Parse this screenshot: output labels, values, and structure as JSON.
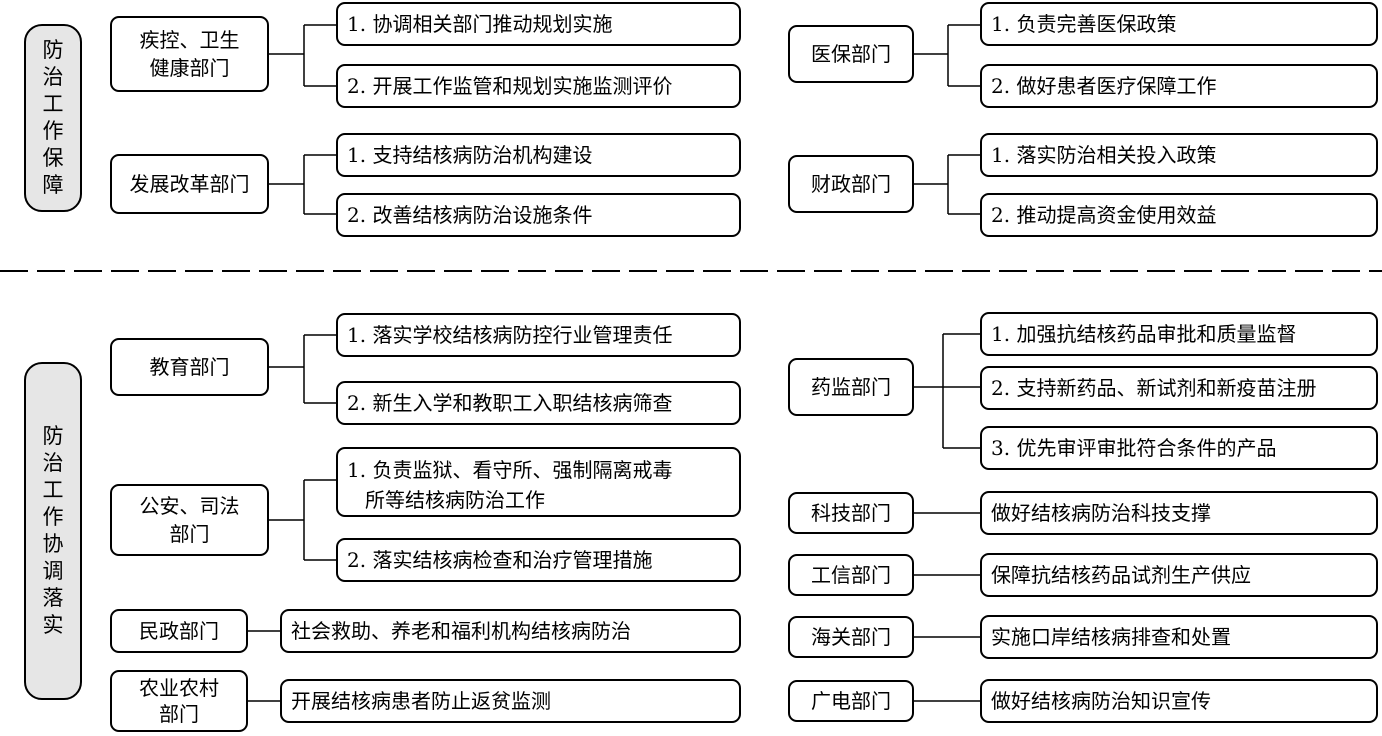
{
  "sections": {
    "guarantee": {
      "label_chars": [
        "防",
        "治",
        "工",
        "作",
        "保",
        "障"
      ],
      "departments": {
        "jikong": {
          "name_lines": [
            "疾控、卫生",
            "健康部门"
          ],
          "tasks": [
            "1. 协调相关部门推动规划实施",
            "2. 开展工作监管和规划实施监测评价"
          ]
        },
        "fagai": {
          "name": "发展改革部门",
          "tasks": [
            "1. 支持结核病防治机构建设",
            "2. 改善结核病防治设施条件"
          ]
        },
        "yibao": {
          "name": "医保部门",
          "tasks": [
            "1. 负责完善医保政策",
            "2. 做好患者医疗保障工作"
          ]
        },
        "caizheng": {
          "name": "财政部门",
          "tasks": [
            "1. 落实防治相关投入政策",
            "2. 推动提高资金使用效益"
          ]
        }
      }
    },
    "coordination": {
      "label_chars": [
        "防",
        "治",
        "工",
        "作",
        "协",
        "调",
        "落",
        "实"
      ],
      "departments": {
        "jiaoyu": {
          "name": "教育部门",
          "tasks": [
            "1. 落实学校结核病防控行业管理责任",
            "2. 新生入学和教职工入职结核病筛查"
          ]
        },
        "gongan": {
          "name_lines": [
            "公安、司法",
            "部门"
          ],
          "tasks": [
            {
              "lines": [
                "1. 负责监狱、看守所、强制隔离戒毒",
                "所等结核病防治工作"
              ]
            },
            "2. 落实结核病检查和治疗管理措施"
          ]
        },
        "minzheng": {
          "name": "民政部门",
          "tasks": [
            "社会救助、养老和福利机构结核病防治"
          ]
        },
        "nongye": {
          "name_lines": [
            "农业农村",
            "部门"
          ],
          "tasks": [
            "开展结核病患者防止返贫监测"
          ]
        },
        "yaojian": {
          "name": "药监部门",
          "tasks": [
            "1. 加强抗结核药品审批和质量监督",
            "2. 支持新药品、新试剂和新疫苗注册",
            "3. 优先审评审批符合条件的产品"
          ]
        },
        "keji": {
          "name": "科技部门",
          "tasks": [
            "做好结核病防治科技支撑"
          ]
        },
        "gongxin": {
          "name": "工信部门",
          "tasks": [
            "保障抗结核药品试剂生产供应"
          ]
        },
        "haiguan": {
          "name": "海关部门",
          "tasks": [
            "实施口岸结核病排查和处置"
          ]
        },
        "guangdian": {
          "name": "广电部门",
          "tasks": [
            "做好结核病防治知识宣传"
          ]
        }
      }
    }
  }
}
